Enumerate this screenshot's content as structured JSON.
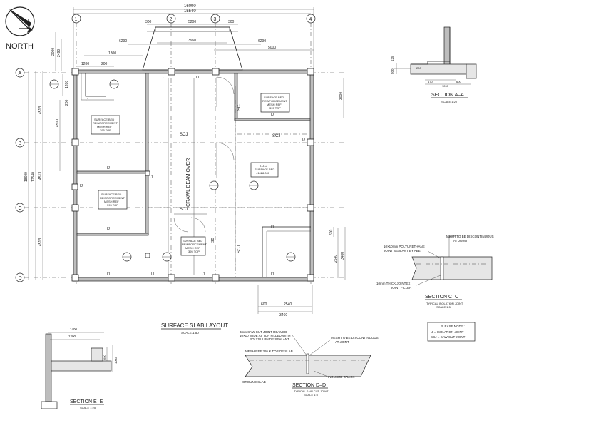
{
  "north": {
    "label": "NORTH"
  },
  "grid": {
    "cols": [
      "1",
      "2",
      "3",
      "4"
    ],
    "rows": [
      "A",
      "B",
      "C",
      "D"
    ]
  },
  "dims": {
    "top_overall": "16000",
    "top_inner": "15540",
    "top_seg_a": "6290",
    "top_seg_b": "5000",
    "top_seg_c": "6290",
    "top_porch": "5200",
    "top_porch2": "3960",
    "top_small1": "300",
    "top_small2": "300",
    "top_right_5000": "5000",
    "top_1800": "1800",
    "top_1200": "1200",
    "top_200": "200",
    "left_2000": "2000",
    "left_2490": "2490",
    "left_1200": "1200",
    "left_4500": "4500",
    "left_200": "200",
    "left_overall": "18600",
    "left_inner": "17540",
    "left_4513a": "4513",
    "left_4513b": "4513",
    "left_4513c": "4513",
    "right_3000": "3000",
    "right_2640": "2640",
    "right_3400": "3400",
    "right_600": "600",
    "bot_600": "600",
    "bot_2540": "2540",
    "bot_3460": "3460"
  },
  "labels": {
    "ij": "IJ",
    "scj": "SCJ",
    "crawl_beam": "CRAWL BEAM OVER",
    "sb": "SB",
    "note_a1": "SURFACE BED",
    "note_a2": "REINFORCEMENT",
    "note_a3": "MESH REF",
    "note_a4": "395 TOP",
    "note_b1": "SURFACE BED",
    "note_b2": "REINFORCEMENT",
    "note_b3": "MESH REF",
    "note_b4": "395 TOP",
    "note_c1": "SURFACE BED",
    "note_c2": "REINFORCEMENT",
    "note_c3": "MESH REF",
    "note_c4": "395 TOP",
    "note_d1": "SURFACE BED",
    "note_d2": "REINFORCEMENT",
    "note_d3": "MESH REF",
    "note_d4": "395 TOP",
    "note_e1": "T.O.C",
    "note_e2": "SURFACE BED",
    "note_e3": "=1028.000"
  },
  "title": {
    "name": "SURFACE SLAB LAYOUT",
    "scale": "SCALE 1:50"
  },
  "sections": {
    "aa": {
      "title": "SECTION A–A",
      "scale": "SCALE 1:20",
      "d1": "125",
      "d2": "500",
      "d3": "200",
      "d4": "1200",
      "d5": "470",
      "d6": "600"
    },
    "cc": {
      "title": "SECTION C–C",
      "sub": "TYPICAL ISOLATION JOINT",
      "scale": "SCALE 1:5",
      "n1": "MESH TO BE DISCONTINUOUS",
      "n1b": "AT JOINT",
      "n2": "10×10mm POLYURETHANE",
      "n2b": "JOINT SEALANT BY ABE",
      "n3": "10mm THICK JOINTEX",
      "n3b": "JOINT FILLER"
    },
    "dd": {
      "title": "SECTION D–D",
      "sub": "TYPICAL SAW CUT JOINT",
      "scale": "SCALE 1:5",
      "n1": "3mm SAW CUT JOINT REAMED",
      "n1b": "10×10 WIDE AT TOP FILLED WITH",
      "n1c": "POLYSULPHIDE SEALANT",
      "n2": "MESH TO BE DISCONTINUOUS",
      "n2b": "AT JOINT",
      "n3": "MESH REF 395 & TOP OF SLAB",
      "n4": "INDUCED CRACK",
      "n5": "GROUND SLAB"
    },
    "ee": {
      "title": "SECTION E–E",
      "scale": "SCALE 1:25",
      "d1": "1400",
      "d2": "1200",
      "d3": "600",
      "d4": "1000"
    }
  },
  "please_note": {
    "title": "PLEASE NOTE :",
    "l1": "IJ  = ISOLATION JOINT",
    "l2": "SCJ = SAW CUT JOINT"
  }
}
